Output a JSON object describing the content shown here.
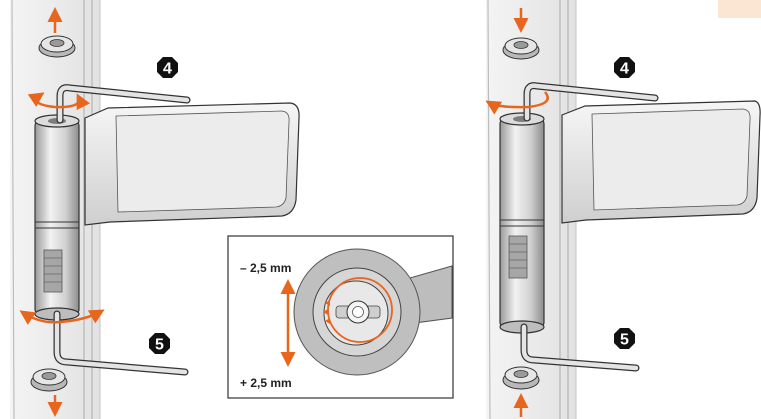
{
  "steps": {
    "left_top": "4",
    "left_bottom": "5",
    "right_top": "4",
    "right_bottom": "5"
  },
  "inset": {
    "label_top": "– 2,5 mm",
    "label_bottom": "+ 2,5 mm"
  },
  "colors": {
    "accent": "#e8651e",
    "metal_light": "#e9e9e9",
    "metal_mid": "#c8c8c8",
    "metal_dark": "#8f8f8f",
    "outline": "#333333",
    "badge": "#111111",
    "corner_tab": "#fbe6d3"
  },
  "icons": {
    "step_badge": "octagon-number-badge",
    "rotate": "rotation-arrow-icon",
    "direction": "straight-arrow-icon"
  }
}
